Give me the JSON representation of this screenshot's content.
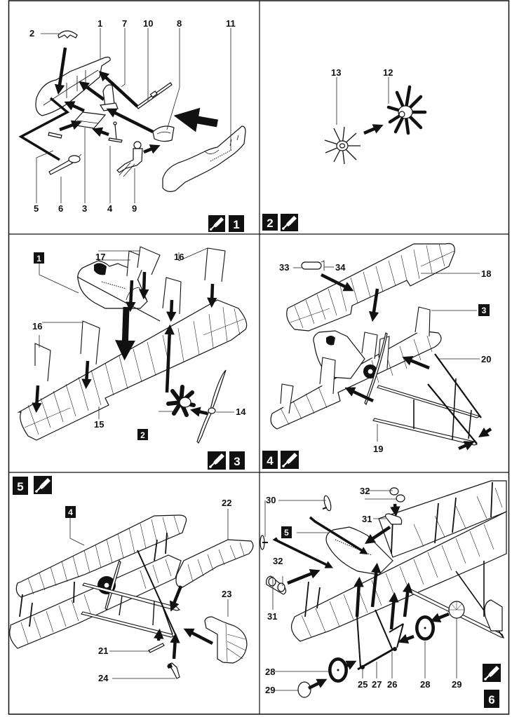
{
  "sheet": {
    "type": "model kit assembly instructions",
    "glue_icon": "glue-tube-icon"
  },
  "steps": [
    {
      "number": "1",
      "glue": true,
      "parts": [
        "1",
        "2",
        "3",
        "4",
        "5",
        "6",
        "7",
        "8",
        "9",
        "10",
        "11"
      ],
      "labels": {
        "p1": "1",
        "p2": "2",
        "p3": "3",
        "p4": "4",
        "p5": "5",
        "p6": "6",
        "p7": "7",
        "p8": "8",
        "p9": "9",
        "p10": "10",
        "p11": "11"
      }
    },
    {
      "number": "2",
      "glue": true,
      "parts": [
        "12",
        "13"
      ],
      "labels": {
        "p12": "12",
        "p13": "13"
      }
    },
    {
      "number": "3",
      "glue": true,
      "uses_subassemblies": [
        "1",
        "2"
      ],
      "parts": [
        "14",
        "15",
        "16",
        "16",
        "17"
      ],
      "labels": {
        "p14": "14",
        "p15": "15",
        "p16a": "16",
        "p16b": "16",
        "p17": "17",
        "ref1": "1",
        "ref2": "2"
      }
    },
    {
      "number": "4",
      "glue": true,
      "uses_subassemblies": [
        "3"
      ],
      "parts": [
        "18",
        "19",
        "20",
        "33",
        "34"
      ],
      "labels": {
        "p18": "18",
        "p19": "19",
        "p20": "20",
        "p33": "33",
        "p34": "34",
        "ref3": "3"
      }
    },
    {
      "number": "5",
      "glue": true,
      "uses_subassemblies": [
        "4"
      ],
      "parts": [
        "21",
        "22",
        "23",
        "24"
      ],
      "labels": {
        "p21": "21",
        "p22": "22",
        "p23": "23",
        "p24": "24",
        "ref4": "4"
      }
    },
    {
      "number": "6",
      "glue": true,
      "uses_subassemblies": [
        "5"
      ],
      "parts": [
        "25",
        "26",
        "27",
        "28",
        "28",
        "29",
        "29",
        "30",
        "31",
        "31",
        "32",
        "32"
      ],
      "labels": {
        "p25": "25",
        "p26": "26",
        "p27": "27",
        "p28a": "28",
        "p28b": "28",
        "p29a": "29",
        "p29b": "29",
        "p30": "30",
        "p31a": "31",
        "p31b": "31",
        "p32a": "32",
        "p32b": "32",
        "ref5": "5"
      }
    }
  ]
}
